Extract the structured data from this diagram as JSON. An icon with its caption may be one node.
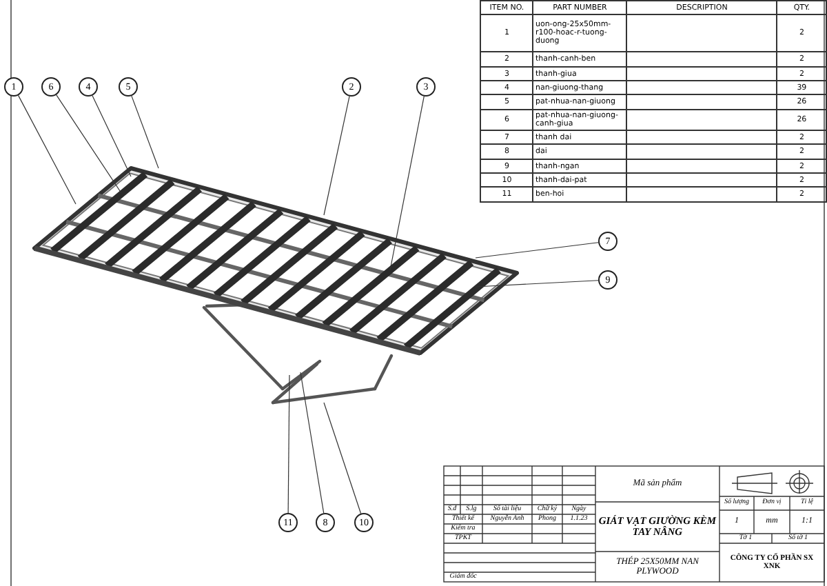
{
  "diagram": {
    "nodes": [
      {
        "text": [
          "1"
        ]
      },
      {
        "text": [
          "6"
        ]
      },
      {
        "text": [
          "4"
        ]
      },
      {
        "text": [
          "5"
        ]
      },
      {
        "text": [
          "2"
        ]
      },
      {
        "text": [
          "3"
        ]
      },
      {
        "text": [
          "7"
        ]
      },
      {
        "text": [
          "9"
        ]
      },
      {
        "text": [
          "11"
        ]
      },
      {
        "text": [
          "8"
        ]
      },
      {
        "text": [
          "10"
        ]
      }
    ],
    "edges": [
      {
        "from": 0,
        "to": null,
        "arrow": "none"
      },
      {
        "from": 1,
        "to": null,
        "arrow": "none"
      },
      {
        "from": 2,
        "to": null,
        "arrow": "none"
      },
      {
        "from": 3,
        "to": null,
        "arrow": "none"
      },
      {
        "from": 4,
        "to": null,
        "arrow": "none"
      },
      {
        "from": 5,
        "to": null,
        "arrow": "none"
      },
      {
        "from": 6,
        "to": null,
        "arrow": "none"
      },
      {
        "from": 7,
        "to": null,
        "arrow": "none"
      },
      {
        "from": 8,
        "to": null,
        "arrow": "none"
      },
      {
        "from": 9,
        "to": null,
        "arrow": "none"
      },
      {
        "from": 10,
        "to": null,
        "arrow": "none"
      }
    ],
    "labels": [
      "ITEM NO.",
      "PART NUMBER",
      "DESCRIPTION",
      "QTY.",
      "1",
      "uon-ong-25x50mm-r100-hoac-r-tuong-duong",
      "2",
      "2",
      "thanh-canh-ben",
      "2",
      "3",
      "thanh-giua",
      "2",
      "4",
      "nan-giuong-thang",
      "39",
      "5",
      "pat-nhua-nan-giuong",
      "26",
      "6",
      "pat-nhua-nan-giuong-canh-giua",
      "26",
      "7",
      "thanh dai",
      "2",
      "8",
      "dai",
      "2",
      "9",
      "thanh-ngan",
      "2",
      "10",
      "thanh-dai-pat",
      "2",
      "11",
      "ben-hoi",
      "2",
      "S.đ",
      "S.lg",
      "Số tài liệu",
      "Chữ ký",
      "Ngày",
      "Thiết kế",
      "Nguyễn Anh",
      "Phong",
      "1.1.23",
      "Kiểm tra",
      "TPKT",
      "Giám đốc",
      "Mã sản phẩm",
      "GIÁT VẠT GIƯỜNG KÈM TAY NÂNG",
      "THÉP 25X50MM NAN PLYWOOD",
      "Số lượng",
      "Đơn vị",
      "Tỉ lệ",
      "1",
      "mm",
      "1:1",
      "Tờ 1",
      "Số tờ 1",
      "CÔNG TY CỔ PHẦN SX XNK"
    ]
  }
}
